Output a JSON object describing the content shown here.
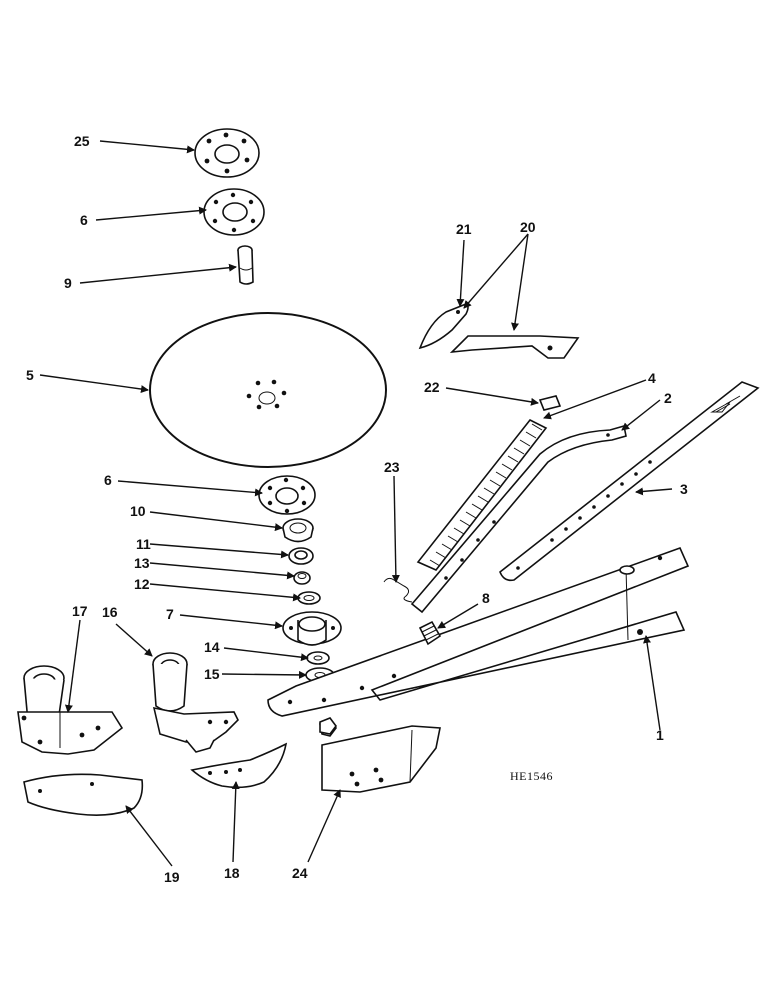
{
  "drawing_code": "HE1546",
  "callouts": {
    "c1": "1",
    "c2": "2",
    "c3": "3",
    "c4": "4",
    "c5": "5",
    "c6a": "6",
    "c6b": "6",
    "c7": "7",
    "c8": "8",
    "c9": "9",
    "c10": "10",
    "c11": "11",
    "c12": "12",
    "c13": "13",
    "c14": "14",
    "c15": "15",
    "c16": "16",
    "c17": "17",
    "c18": "18",
    "c19": "19",
    "c20": "20",
    "c21": "21",
    "c22": "22",
    "c23": "23",
    "c24": "24",
    "c25": "25"
  }
}
